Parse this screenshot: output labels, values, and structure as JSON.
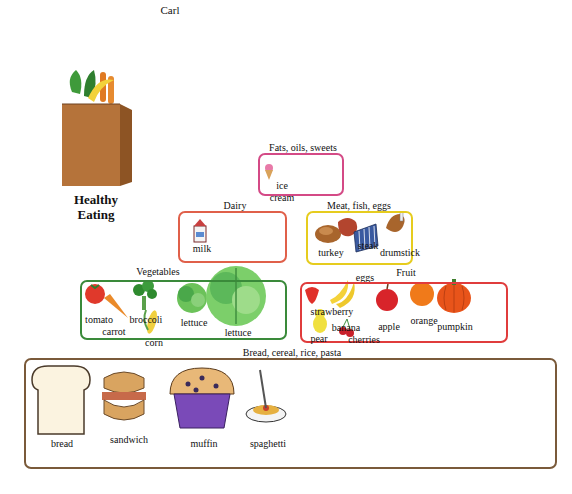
{
  "diagram": {
    "title": "Healthy Eating",
    "nodes": [
      {
        "text": [
          "Fats, oils, sweets",
          "ice cream"
        ]
      },
      {
        "text": [
          "Dairy",
          "milk"
        ]
      },
      {
        "text": [
          "Meat, fish, eggs",
          "turkey",
          "steak",
          "drumstick",
          "eggs"
        ]
      },
      {
        "text": [
          "Vegetables",
          "tomato",
          "broccoli",
          "carrot",
          "corn",
          "lettuce",
          "lettuce"
        ]
      },
      {
        "text": [
          "Fruit",
          "strawberry",
          "pear",
          "banana",
          "cherries",
          "apple",
          "orange",
          "pumpkin"
        ]
      },
      {
        "text": [
          "Bread, cereal, rice, pasta",
          "bread",
          "sandwich",
          "muffin",
          "spaghetti"
        ]
      }
    ],
    "labels": [
      "Carl"
    ]
  }
}
